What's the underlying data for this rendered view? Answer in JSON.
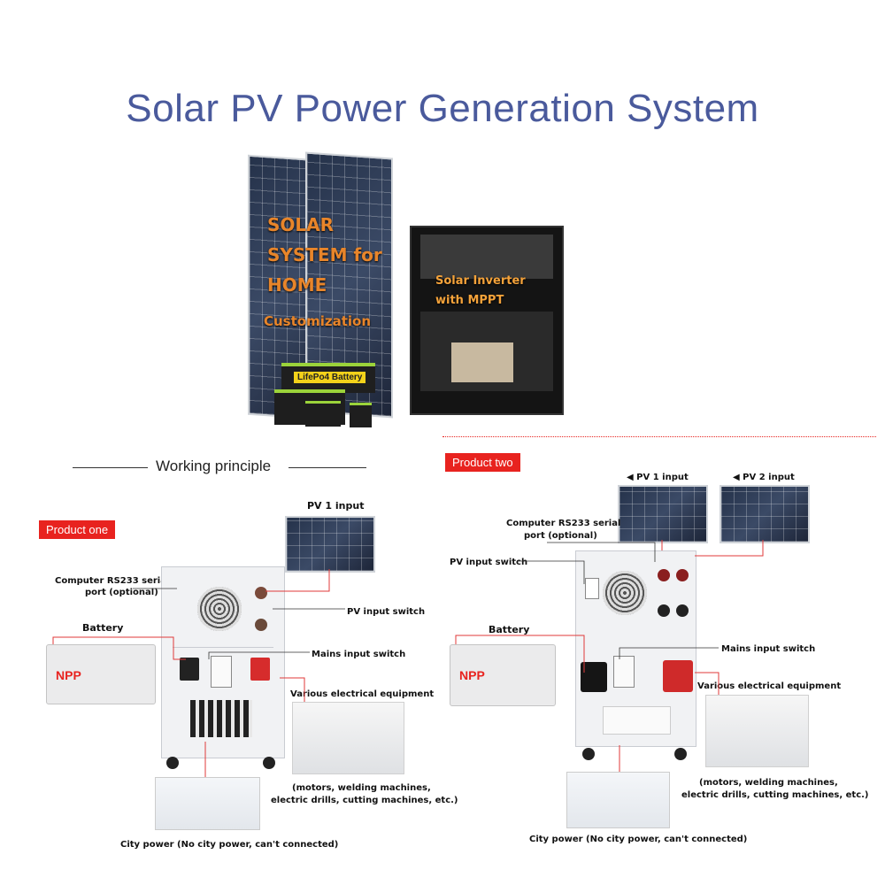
{
  "title": "Solar PV Power Generation System",
  "hero": {
    "overlay_lines": [
      "SOLAR",
      "SYSTEM for",
      "HOME",
      "Customization"
    ],
    "inverter_label_1": "Solar Inverter",
    "inverter_label_2": "with MPPT",
    "battery_label": "LifePo4 Battery"
  },
  "working_principle": "Working principle",
  "product_one": {
    "tag": "Product one",
    "pv_input": "PV 1 input",
    "rs233": "Computer RS233 serial",
    "rs233_2": "port (optional)",
    "pv_switch": "PV input switch",
    "battery": "Battery",
    "mains_switch": "Mains input switch",
    "equipment": "Various electrical equipment",
    "equipment_note_1": "(motors, welding machines,",
    "equipment_note_2": "electric drills, cutting machines, etc.)",
    "city_power": "City power (No city power, can't connected)",
    "battery_brand": "NPP"
  },
  "product_two": {
    "tag": "Product two",
    "pv1": "PV 1 input",
    "pv2": "PV 2 input",
    "rs233": "Computer RS233 serial",
    "rs233_2": "port (optional)",
    "pv_switch": "PV input switch",
    "battery": "Battery",
    "mains_switch": "Mains input switch",
    "equipment": "Various electrical equipment",
    "equipment_note_1": "(motors, welding machines,",
    "equipment_note_2": "electric drills, cutting machines, etc.)",
    "city_power": "City power (No city power, can't connected)",
    "battery_brand": "NPP"
  },
  "colors": {
    "title": "#4a5a9c",
    "accent_red": "#e8231f",
    "wire_red": "#e03a3a",
    "overlay_orange": "#e8852a"
  }
}
